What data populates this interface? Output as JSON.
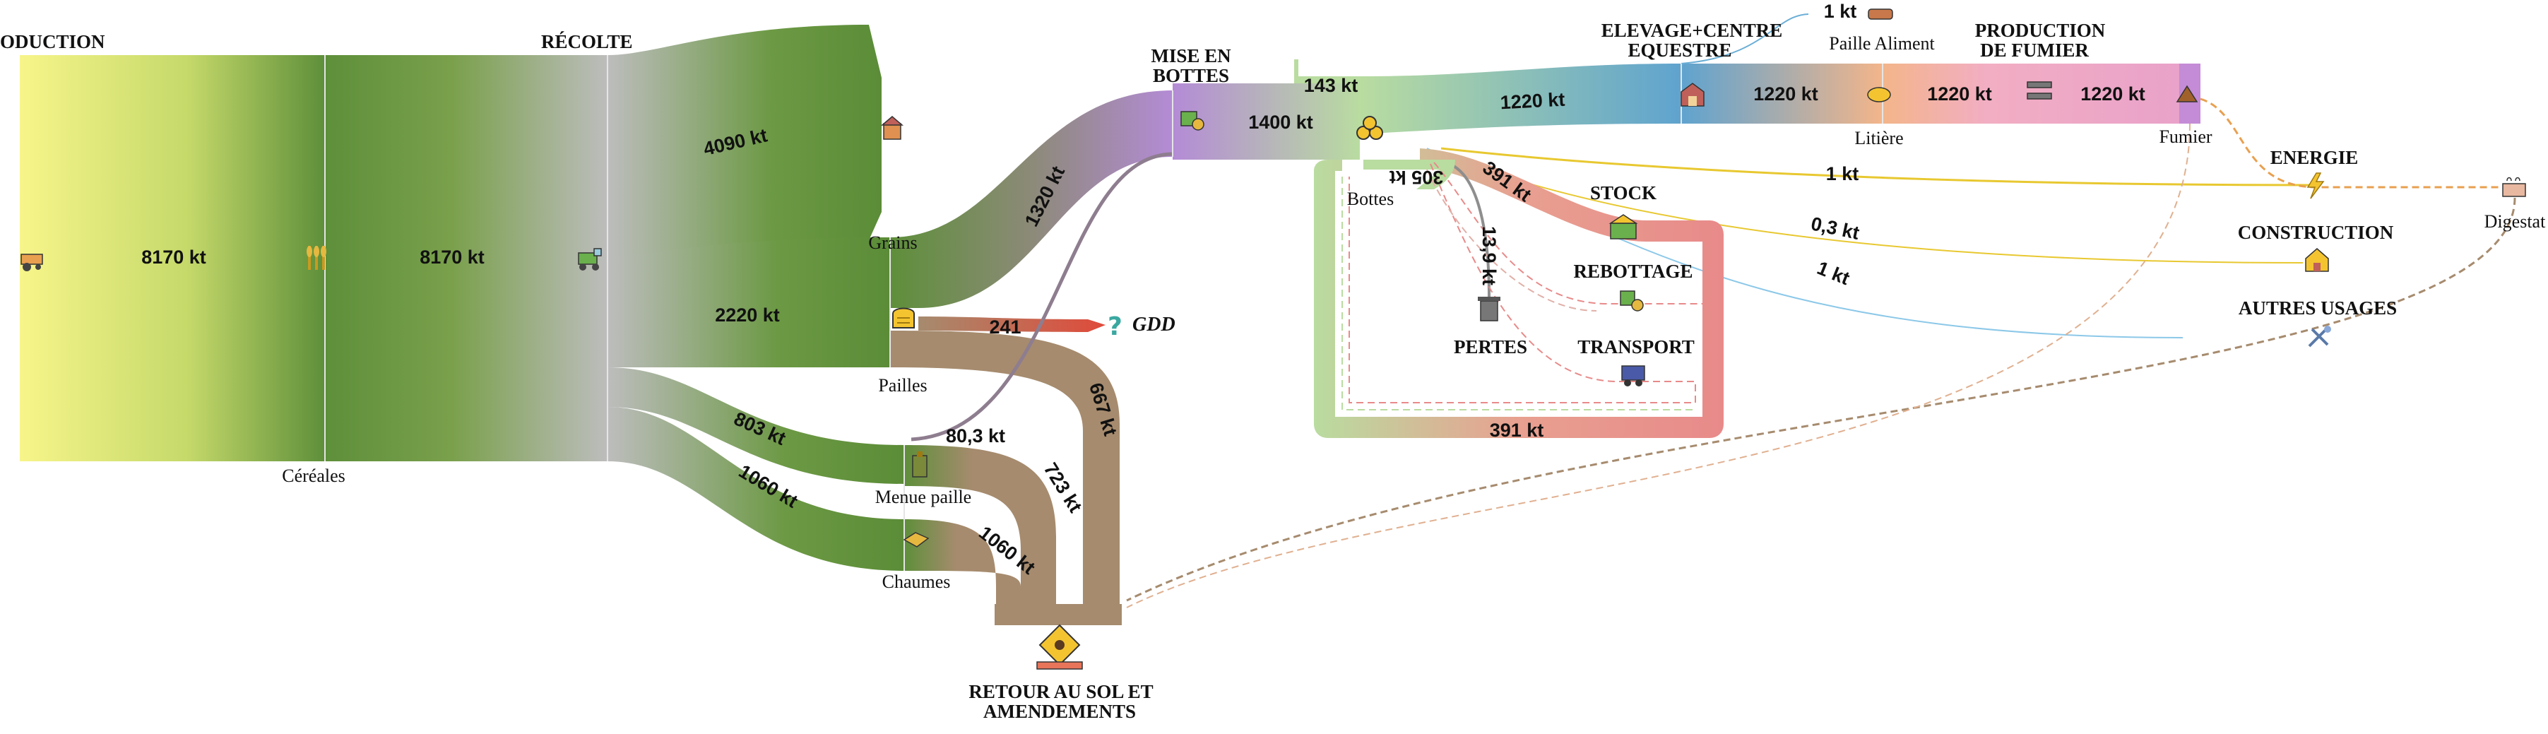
{
  "headers": {
    "production": "ODUCTION",
    "recolte": "RÉCOLTE",
    "mise_en_bottes_1": "MISE EN",
    "mise_en_bottes_2": "BOTTES",
    "elevage_1": "ELEVAGE+CENTRE",
    "elevage_2": "EQUESTRE",
    "production_fumier_1": "PRODUCTION",
    "production_fumier_2": "DE FUMIER",
    "energie": "ENERGIE",
    "construction": "CONSTRUCTION",
    "autres_usages": "AUTRES USAGES",
    "stock": "STOCK",
    "rebottage": "REBOTTAGE",
    "transport": "TRANSPORT",
    "pertes": "PERTES",
    "retour_1": "RETOUR AU SOL ET",
    "retour_2": "AMENDEMENTS"
  },
  "nodes": {
    "cereales": "Céréales",
    "grains": "Grains",
    "pailles": "Pailles",
    "menue_paille": "Menue paille",
    "chaumes": "Chaumes",
    "bottes": "Bottes",
    "paille_aliment": "Paille Aliment",
    "litiere": "Litière",
    "fumier": "Fumier",
    "digestat": "Digestat",
    "gdd": "GDD"
  },
  "flow_values": {
    "production_cereales": "8170 kt",
    "cereales_recolte": "8170 kt",
    "grains": "4090 kt",
    "pailles": "2220 kt",
    "menue_paille": "803 kt",
    "chaumes": "1060 kt",
    "pailles_bottes": "1320 kt",
    "gdd": "241",
    "pailles_retour": "667 kt",
    "menue_paille_bottes": "80,3 kt",
    "menue_paille_retour": "723 kt",
    "chaumes_retour": "1060 kt",
    "mise_en_bottes": "1400 kt",
    "loop": "143 kt",
    "elevage": "1220 kt",
    "paille_aliment": "1 kt",
    "litiere_in": "1220 kt",
    "litiere_out": "1220 kt",
    "fumier": "1220 kt",
    "energie": "1 kt",
    "construction": "0,3 kt",
    "autres_usages": "1 kt",
    "stock": "391 kt",
    "stock_return": "391 kt",
    "pertes": "13,9 kt",
    "bottes_back": "305 kt"
  },
  "icons": [
    "tractor-icon",
    "wheat-icon",
    "combine-harvester-icon",
    "silo-icon",
    "hay-bale-icon",
    "baler-icon",
    "round-bales-icon",
    "barn-icon",
    "straw-feed-icon",
    "manure-icon",
    "lightning-icon",
    "digestate-icon",
    "house-icon",
    "tools-icon",
    "warehouse-icon",
    "truck-icon",
    "trash-icon",
    "return-to-soil-icon",
    "question-icon"
  ],
  "colors": {
    "production_yellow": "#f7f58a",
    "cereal_green": "#5e8f3a",
    "harvest_gray": "#bdbdbd",
    "straw_brown": "#a68b6e",
    "baling_purple": "#b48bd6",
    "bottes_green": "#b9dca0",
    "elevage_blue": "#6aaed6",
    "litiere_orange": "#f3b58a",
    "fumier_pink": "#e9a2c9",
    "stock_red": "#e88a8a",
    "gdd_red": "#e04a3a",
    "energie_yellow": "#e8c830"
  }
}
